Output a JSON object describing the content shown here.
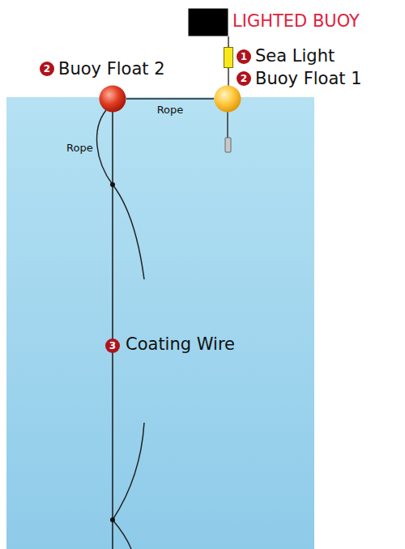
{
  "diagram": {
    "nodes": [
      {
        "text": [
          "LIGHTED BUOY"
        ]
      },
      {
        "text": [
          "Sea Light"
        ]
      },
      {
        "text": [
          "Buoy Float 2"
        ]
      },
      {
        "text": [
          "Buoy Float 1"
        ]
      }
    ],
    "edges": [
      {
        "from": 2,
        "to": 3,
        "label": "Rope",
        "arrow": "none"
      }
    ],
    "labels": [
      "1",
      "2",
      "2",
      "3",
      "Rope",
      "Coating Wire"
    ]
  }
}
